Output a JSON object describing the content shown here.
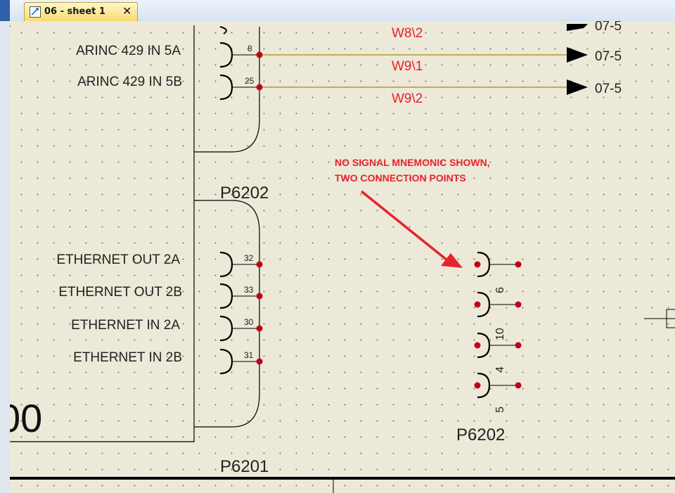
{
  "tab": {
    "icon": "schematic-sheet-icon",
    "title": "06 - sheet 1",
    "close": "✕"
  },
  "colors": {
    "wire": "#b59a2a",
    "red": "#c0001a",
    "annotation": "#e8222e",
    "line": "#000000",
    "canvas": "#ece9d8"
  },
  "box_upper": {
    "pins": [
      {
        "label": "ARINC 429 IN 5A"
      },
      {
        "label": "ARINC 429 IN 5B"
      }
    ]
  },
  "box_lower": {
    "pins": [
      {
        "label": "ETHERNET OUT 2A"
      },
      {
        "label": "ETHERNET OUT 2B"
      },
      {
        "label": "ETHERNET IN 2A"
      },
      {
        "label": "ETHERNET IN 2B"
      }
    ],
    "partial_ref": "00"
  },
  "connector_upper": {
    "pins": [
      {
        "number": "8"
      },
      {
        "number": "25"
      }
    ]
  },
  "connector_lower": {
    "ref": "P6202",
    "pins": [
      {
        "number": "32"
      },
      {
        "number": "33"
      },
      {
        "number": "30"
      },
      {
        "number": "31"
      }
    ]
  },
  "wires": [
    {
      "label": "W8\\2"
    },
    {
      "label": "W9\\1",
      "destination": "07-5"
    },
    {
      "label": "W9\\2",
      "destination": "07-5"
    }
  ],
  "top_destination": "07-5",
  "annotation": {
    "line1": "NO SIGNAL MNEMONIC SHOWN,",
    "line2": "TWO CONNECTION POINTS"
  },
  "connector_right": {
    "ref": "P6202",
    "pins": [
      {
        "number": "6"
      },
      {
        "number": "10"
      },
      {
        "number": "4"
      },
      {
        "number": "5"
      }
    ]
  },
  "bottom_ref": "P6201"
}
